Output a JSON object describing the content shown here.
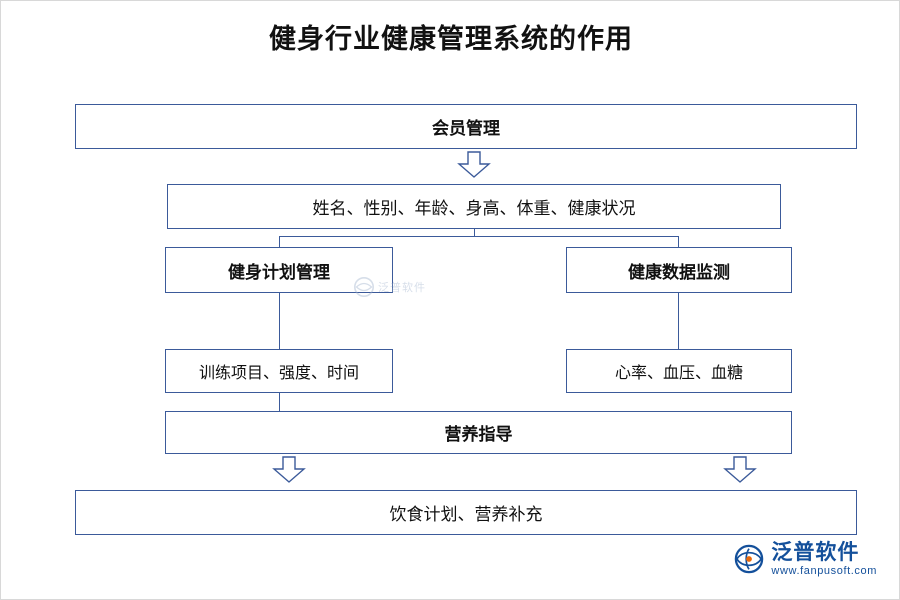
{
  "title": "健身行业健康管理系统的作用",
  "diagram": {
    "type": "flowchart",
    "nodes": {
      "member": "会员管理",
      "fields": "姓名、性别、年龄、身高、体重、健康状况",
      "plan": "健身计划管理",
      "health": "健康数据监测",
      "training": "训练项目、强度、时间",
      "vitals": "心率、血压、血糖",
      "nutrition": "营养指导",
      "diet": "饮食计划、营养补充"
    },
    "accent_color": "#3b5a9a"
  },
  "watermark": {
    "center_text": "泛普软件"
  },
  "logo": {
    "cn": "泛普软件",
    "en": "www.fanpusoft.com",
    "color": "#14509b"
  }
}
